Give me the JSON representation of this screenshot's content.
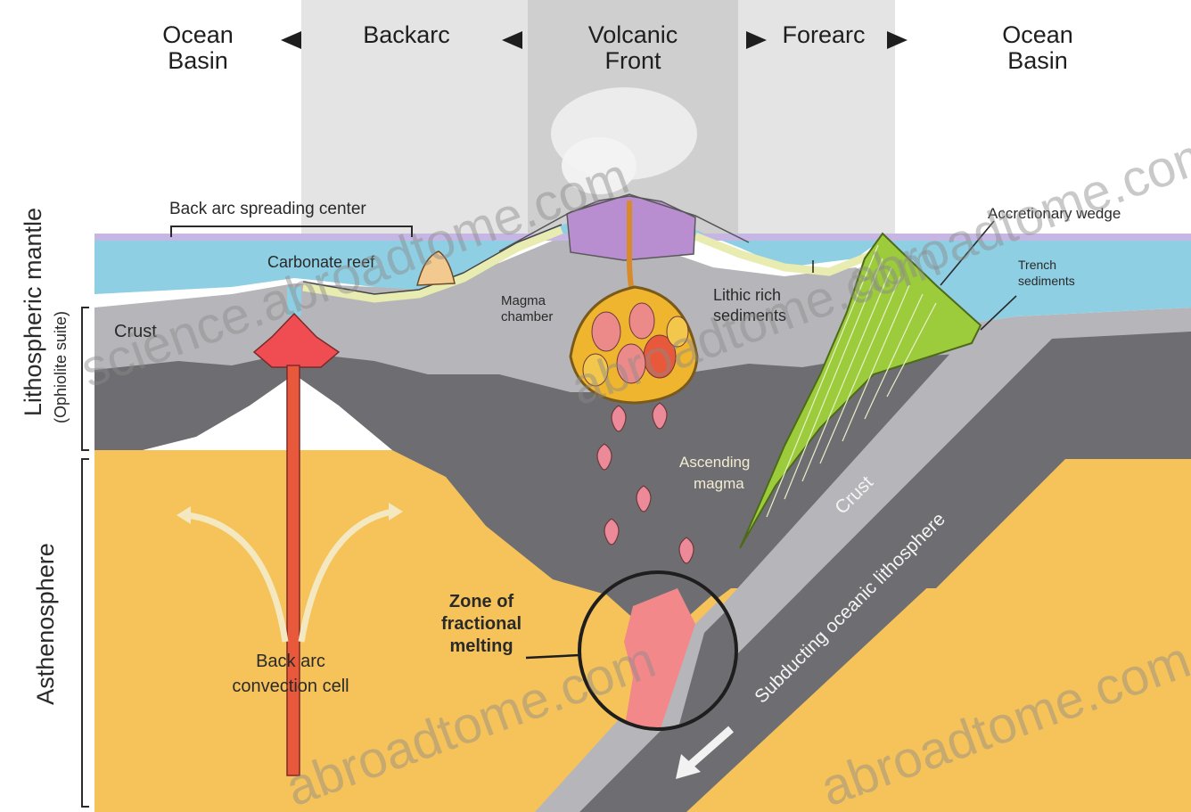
{
  "header": {
    "ocean_basin_left": [
      "Ocean",
      "Basin"
    ],
    "backarc": "Backarc",
    "volcanic_front": [
      "Volcanic",
      "Front"
    ],
    "forearc": "Forearc",
    "ocean_basin_right": [
      "Ocean",
      "Basin"
    ]
  },
  "side_labels": {
    "lithospheric_mantle": "Lithospheric mantle",
    "ophiolite_suite": "(Ophiolite suite)",
    "asthenosphere": "Asthenosphere"
  },
  "labels": {
    "back_arc_spreading_center": "Back arc spreading center",
    "carbonate_reef": "Carbonate reef",
    "accretionary_wedge": "Accretionary wedge",
    "trench_sediments": [
      "Trench",
      "sediments"
    ],
    "crust_left": "Crust",
    "magma_chamber": [
      "Magma",
      "chamber"
    ],
    "lithic_rich_sediments": [
      "Lithic rich",
      "sediments"
    ],
    "ascending_magma": [
      "Ascending",
      "magma"
    ],
    "zone_of_fractional_melting": [
      "Zone of",
      "fractional",
      "melting"
    ],
    "back_arc_convection_cell": [
      "Back arc",
      "convection cell"
    ],
    "crust_slab": "Crust",
    "subducting_lithosphere": "Subducting oceanic lithosphere"
  },
  "watermarks": [
    "science.abroadtome.com",
    "abroadtome.com",
    "abroadtome.com",
    "abroadtome.com",
    "abroadtome.com"
  ],
  "colors": {
    "asthenosphere": "#f6c35a",
    "mantle": "#6e6e72",
    "crust": "#b6b6ba",
    "ocean": "#8fcfe3",
    "volcano": "#b98ed1",
    "magma": "#e8583a",
    "wedge": "#9ccb3c"
  }
}
